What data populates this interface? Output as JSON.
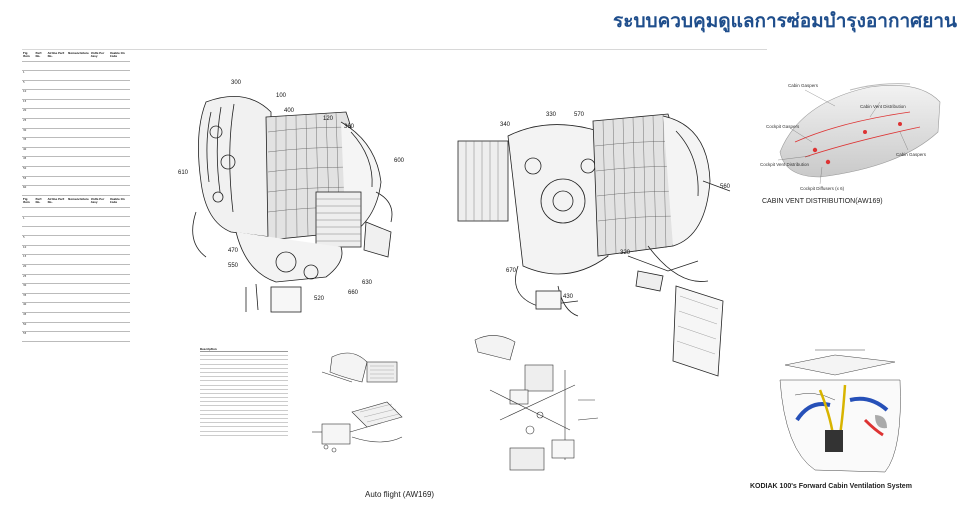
{
  "header": {
    "title": "ระบบควบคุมดูแลการซ่อมบำรุงอากาศยาน"
  },
  "parts_table_1": {
    "headers": [
      "Fig Item",
      "Part No.",
      "Airline Part No.",
      "Nomenclature",
      "Units Per Assy",
      "Usable On Code"
    ],
    "rows": [
      {
        "item": "",
        "desc": "",
        "qty": "",
        "ref": ""
      },
      {
        "item": "1",
        "desc": "",
        "qty": "",
        "ref": ""
      },
      {
        "item": "5",
        "desc": "",
        "qty": "",
        "ref": ""
      },
      {
        "item": "10",
        "desc": "",
        "qty": "",
        "ref": ""
      },
      {
        "item": "15",
        "desc": "",
        "qty": "",
        "ref": ""
      },
      {
        "item": "20",
        "desc": "",
        "qty": "",
        "ref": ""
      },
      {
        "item": "25",
        "desc": "",
        "qty": "",
        "ref": ""
      },
      {
        "item": "30",
        "desc": "",
        "qty": "",
        "ref": ""
      },
      {
        "item": "35",
        "desc": "",
        "qty": "",
        "ref": ""
      },
      {
        "item": "40",
        "desc": "",
        "qty": "",
        "ref": ""
      },
      {
        "item": "45",
        "desc": "",
        "qty": "",
        "ref": ""
      },
      {
        "item": "50",
        "desc": "",
        "qty": "",
        "ref": ""
      },
      {
        "item": "55",
        "desc": "",
        "qty": "",
        "ref": ""
      },
      {
        "item": "60",
        "desc": "",
        "qty": "",
        "ref": ""
      }
    ]
  },
  "parts_table_2": {
    "headers": [
      "Fig Item",
      "Part No.",
      "Airline Part No.",
      "Nomenclature",
      "Units Per Assy",
      "Usable On Code"
    ],
    "rows": [
      {
        "item": "",
        "desc": "",
        "qty": "",
        "ref": ""
      },
      {
        "item": "1",
        "desc": "",
        "qty": "",
        "ref": ""
      },
      {
        "item": "",
        "desc": "",
        "qty": "",
        "ref": ""
      },
      {
        "item": "5",
        "desc": "",
        "qty": "",
        "ref": ""
      },
      {
        "item": "10",
        "desc": "",
        "qty": "",
        "ref": ""
      },
      {
        "item": "15",
        "desc": "",
        "qty": "",
        "ref": ""
      },
      {
        "item": "20",
        "desc": "",
        "qty": "",
        "ref": ""
      },
      {
        "item": "25",
        "desc": "",
        "qty": "",
        "ref": ""
      },
      {
        "item": "30",
        "desc": "",
        "qty": "",
        "ref": ""
      },
      {
        "item": "35",
        "desc": "",
        "qty": "",
        "ref": ""
      },
      {
        "item": "40",
        "desc": "",
        "qty": "",
        "ref": ""
      },
      {
        "item": "45",
        "desc": "",
        "qty": "",
        "ref": ""
      },
      {
        "item": "50",
        "desc": "",
        "qty": "",
        "ref": ""
      },
      {
        "item": "55",
        "desc": "",
        "qty": "",
        "ref": ""
      }
    ]
  },
  "engine_left": {
    "callouts": [
      "300",
      "100",
      "400",
      "120",
      "360",
      "600",
      "610",
      "470",
      "550",
      "520",
      "660",
      "630"
    ]
  },
  "engine_right": {
    "callouts": [
      "340",
      "330",
      "570",
      "560",
      "320",
      "670",
      "430"
    ]
  },
  "cabin_vent": {
    "labels": [
      "Cabin Gaspers",
      "Cabin Vent Distribution",
      "Cockpit Gaspers",
      "Cabin Gaspers",
      "Cockpit Vent Distribution",
      "Cockpit Diffusers (x 6)"
    ],
    "caption": "CABIN VENT DISTRIBUTION(AW169)"
  },
  "autoflight": {
    "legend_header": "Description",
    "caption": "Auto flight (AW169)"
  },
  "kodiak": {
    "caption": "KODIAK 100's Forward Cabin Ventilation System"
  }
}
